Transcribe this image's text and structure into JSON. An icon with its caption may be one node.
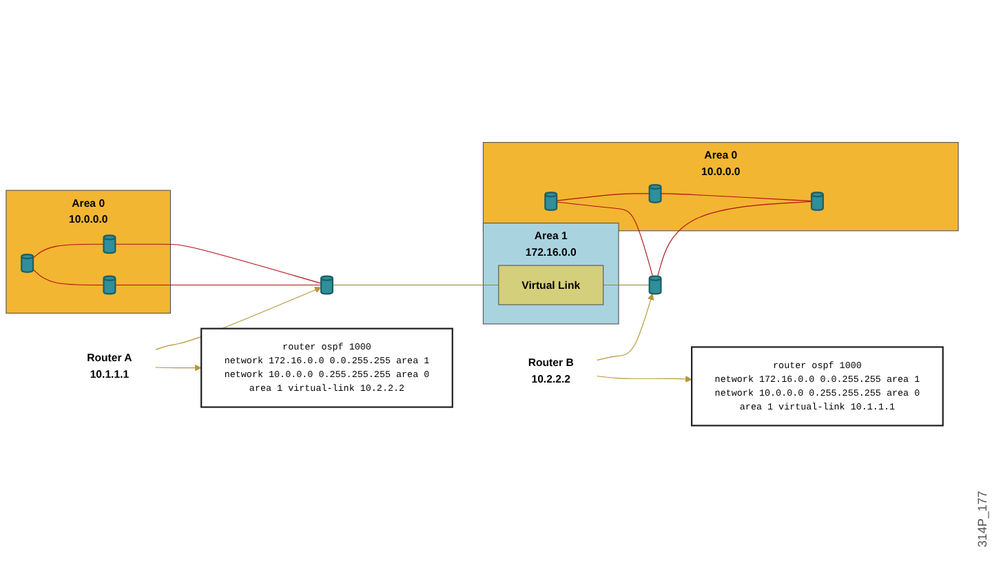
{
  "diagram": {
    "nodes": [
      {
        "text": [
          "Area 0",
          "10.0.0.0"
        ]
      },
      {
        "text": [],
        "shape": "cylinder",
        "in": 0
      },
      {
        "text": [],
        "shape": "cylinder",
        "in": 0
      },
      {
        "text": [],
        "shape": "cylinder",
        "in": 0
      },
      {
        "text": [],
        "shape": "cylinder"
      },
      {
        "text": [
          "Area 1",
          "172.16.0.0"
        ]
      },
      {
        "text": [
          "Virtual Link"
        ],
        "in": 5
      },
      {
        "text": [
          "Area 0",
          "10.0.0.0"
        ]
      },
      {
        "text": [],
        "shape": "cylinder",
        "in": 7
      },
      {
        "text": [],
        "shape": "cylinder",
        "in": 7
      },
      {
        "text": [],
        "shape": "cylinder"
      },
      {
        "text": [],
        "shape": "cylinder",
        "in": 7
      },
      {
        "text": [
          "Router A",
          "10.1.1.1"
        ]
      },
      {
        "text": [
          "Router B",
          "10.2.2.2"
        ]
      },
      {
        "text": [
          "router ospf 1000",
          "network 172.16.0.0 0.0.255.255 area 1",
          "network 10.0.0.0 0.255.255.255 area 0",
          "area 1 virtual-link 10.2.2.2"
        ]
      },
      {
        "text": [
          "router ospf 1000",
          "network 172.16.0.0 0.0.255.255 area 1",
          "network 10.0.0.0 0.255.255.255 area 0",
          "area 1 virtual-link 10.1.1.1"
        ]
      }
    ],
    "edges": [
      {
        "from": 1,
        "to": 2,
        "arrow": "none"
      },
      {
        "from": 1,
        "to": 3,
        "arrow": "none"
      },
      {
        "from": 2,
        "to": 4,
        "arrow": "none"
      },
      {
        "from": 3,
        "to": 4,
        "arrow": "none"
      },
      {
        "from": 4,
        "to": 6,
        "arrow": "none",
        "color": "#8a8a3a"
      },
      {
        "from": 6,
        "to": 10,
        "arrow": "none",
        "color": "#8a8a3a"
      },
      {
        "from": 8,
        "to": 9,
        "arrow": "none"
      },
      {
        "from": 8,
        "to": 10,
        "arrow": "none"
      },
      {
        "from": 9,
        "to": 11,
        "arrow": "none"
      },
      {
        "from": 10,
        "to": 11,
        "arrow": "none"
      },
      {
        "from": 12,
        "to": 4,
        "arrow": "to",
        "color": "#b8953a"
      },
      {
        "from": 12,
        "to": 14,
        "arrow": "to",
        "color": "#b8953a"
      },
      {
        "from": 13,
        "to": 10,
        "arrow": "to",
        "color": "#b8953a"
      },
      {
        "from": 13,
        "to": 15,
        "arrow": "to",
        "color": "#b8953a"
      }
    ],
    "labels": [
      "314P_177"
    ]
  }
}
